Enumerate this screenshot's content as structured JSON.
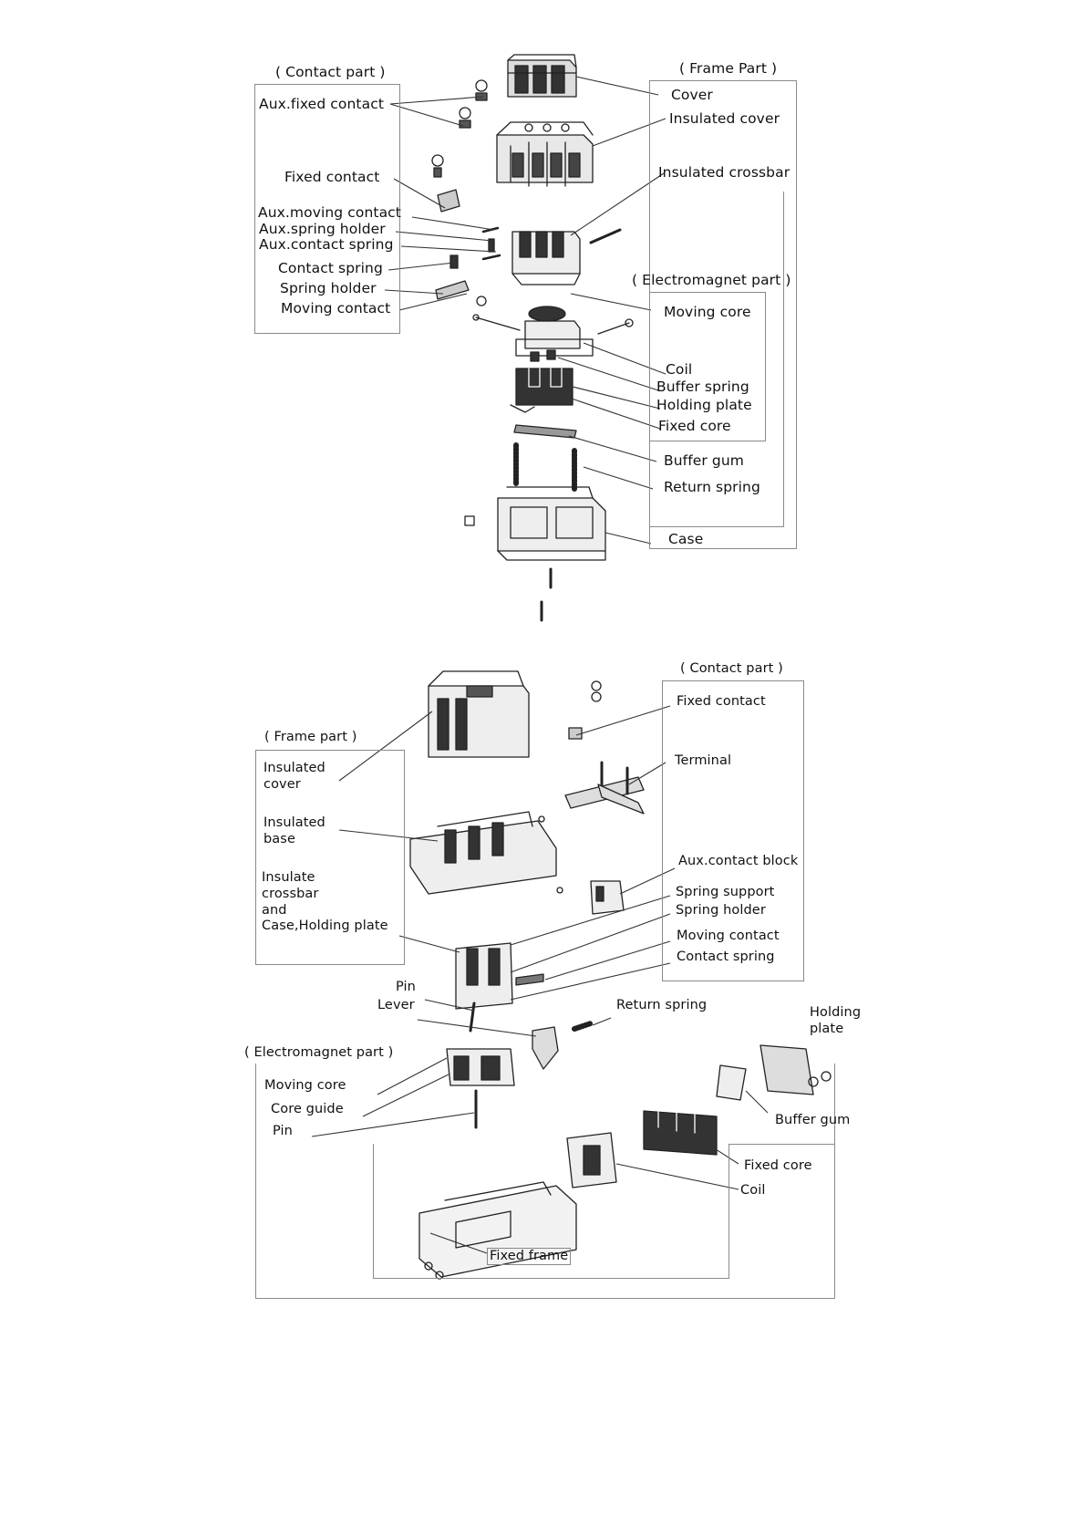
{
  "diagram_top": {
    "contact_part": {
      "heading": "( Contact part )",
      "labels": [
        "Aux.fixed contact",
        "Fixed contact",
        "Aux.moving contact",
        "Aux.spring holder",
        "Aux.contact spring",
        "Contact spring",
        "Spring holder",
        "Moving contact"
      ]
    },
    "frame_part": {
      "heading": "( Frame Part )",
      "labels": [
        "Cover",
        "Insulated cover",
        "Insulated crossbar",
        "Case"
      ]
    },
    "electromagnet_part": {
      "heading": "( Electromagnet part )",
      "labels": [
        "Moving core",
        "Coil",
        "Buffer spring",
        "Holding plate",
        "Fixed core",
        "Buffer gum",
        "Return spring"
      ]
    }
  },
  "diagram_bottom": {
    "frame_part": {
      "heading": "( Frame part )",
      "labels": [
        "Insulated",
        "cover",
        "Insulated",
        "base",
        "Insulate",
        "crossbar",
        "and",
        "Case,Holding plate"
      ]
    },
    "contact_part": {
      "heading": "( Contact part )",
      "labels": [
        "Fixed contact",
        "Terminal",
        "Aux.contact block",
        "Spring support",
        "Spring holder",
        "Moving contact",
        "Contact spring"
      ]
    },
    "middle": {
      "labels": [
        "Pin",
        "Lever",
        "Return spring",
        "Holding",
        "plate",
        "Buffer gum"
      ]
    },
    "electromagnet_part": {
      "heading": "( Electromagnet part )",
      "labels": [
        "Moving core",
        "Core guide",
        "Pin",
        "Fixed core",
        "Coil",
        "Fixed frame"
      ]
    }
  }
}
